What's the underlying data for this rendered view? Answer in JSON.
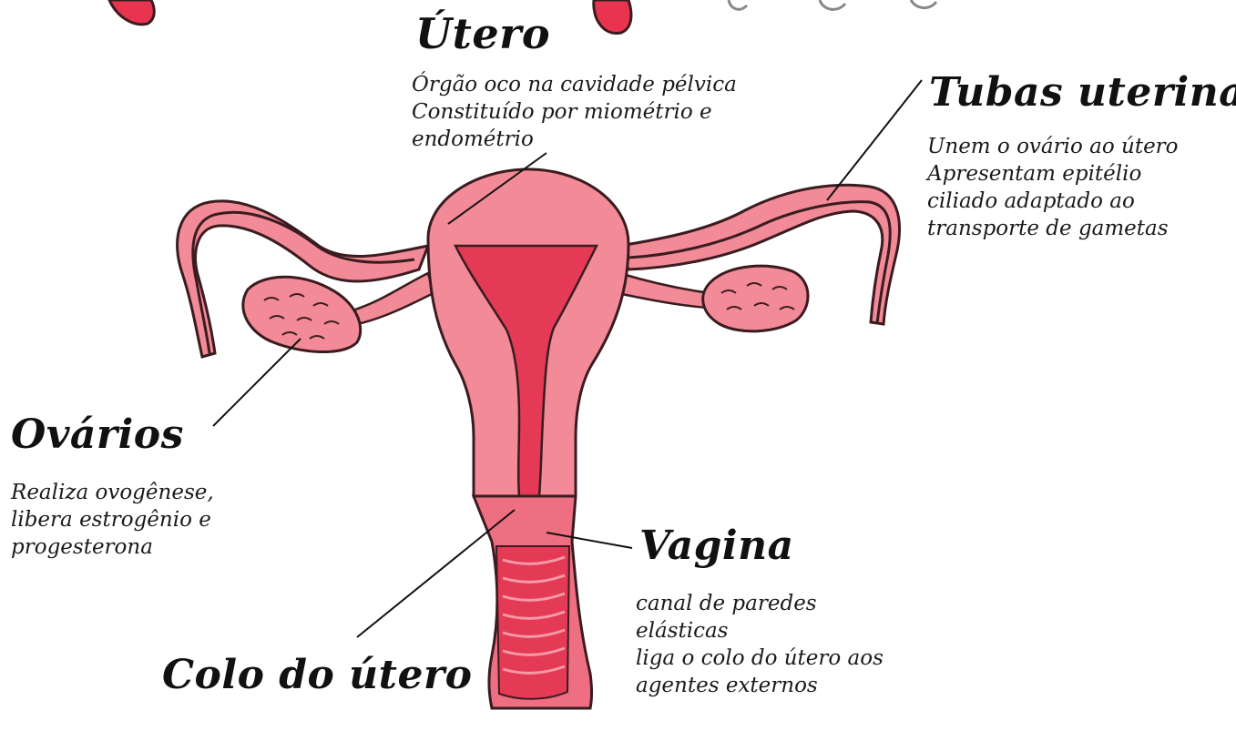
{
  "colors": {
    "uterus_light": "#f28a97",
    "uterus_mid": "#ee6f82",
    "lumen": "#e43a56",
    "outline": "#3a1c20",
    "header_blob": "#e8344f"
  },
  "labels": {
    "utero": {
      "title": "Útero",
      "lines": [
        "Órgão oco na cavidade pélvica",
        "Constituído por miométrio e",
        "endométrio"
      ]
    },
    "tubas": {
      "title": "Tubas uterinas",
      "lines": [
        "Unem o ovário ao útero",
        "Apresentam epitélio",
        "ciliado adaptado ao",
        "transporte de gametas"
      ]
    },
    "ovarios": {
      "title": "Ovários",
      "lines": [
        "Realiza ovogênese,",
        "libera estrogênio e",
        "progesterona"
      ]
    },
    "vagina": {
      "title": "Vagina",
      "lines": [
        "canal de paredes",
        "elásticas",
        "liga o colo do útero aos",
        "agentes externos"
      ]
    },
    "colo": {
      "title": "Colo do útero"
    }
  }
}
